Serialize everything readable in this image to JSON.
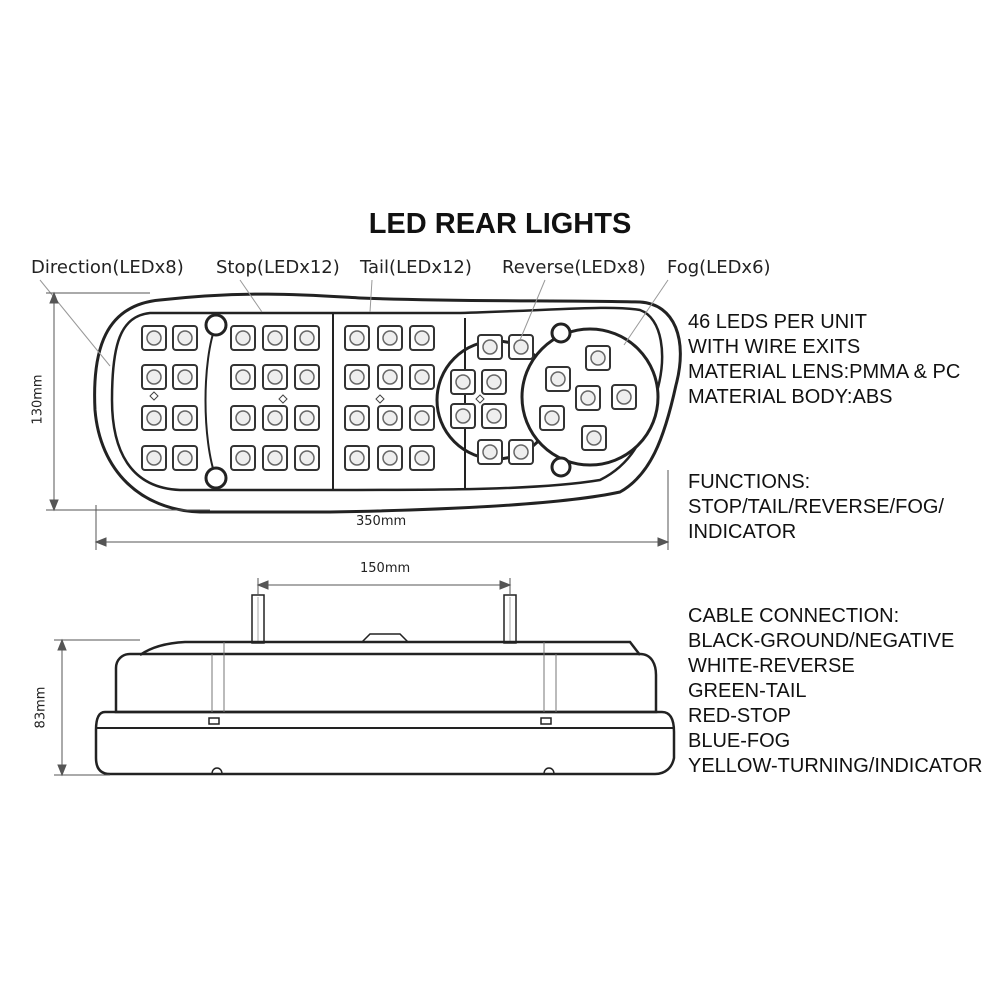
{
  "title": "LED REAR LIGHTS",
  "labels": {
    "direction": "Direction(LEDx8)",
    "stop": "Stop(LEDx12)",
    "tail": "Tail(LEDx12)",
    "reverse": "Reverse(LEDx8)",
    "fog": "Fog(LEDx6)"
  },
  "dimensions": {
    "height_top": "130mm",
    "width": "350mm",
    "bolt_spacing": "150mm",
    "height_side": "83mm"
  },
  "specs": [
    "46 LEDS PER UNIT",
    "WITH WIRE EXITS",
    "MATERIAL LENS:PMMA & PC",
    "MATERIAL BODY:ABS"
  ],
  "functions": [
    "FUNCTIONS:",
    "STOP/TAIL/REVERSE/FOG/",
    "INDICATOR"
  ],
  "cable": [
    "CABLE CONNECTION:",
    "BLACK-GROUND/NEGATIVE",
    "WHITE-REVERSE",
    "GREEN-TAIL",
    "RED-STOP",
    "BLUE-FOG",
    "YELLOW-TURNING/INDICATOR"
  ]
}
